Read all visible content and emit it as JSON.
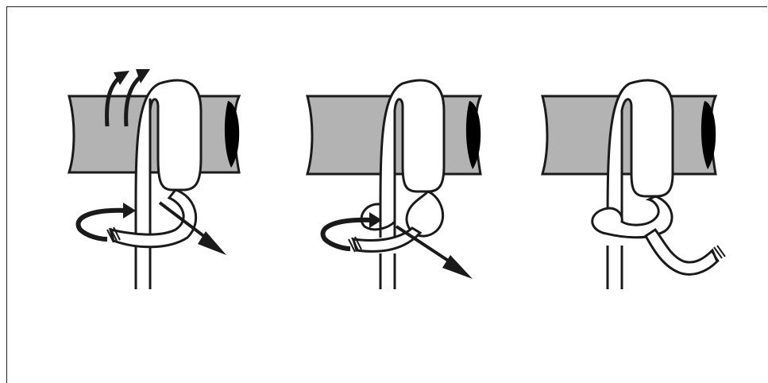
{
  "figure": {
    "steps": [
      {
        "id": "step-1",
        "icons": [
          "pole",
          "rope",
          "turn-arrows",
          "wrap-arrow",
          "pull-arrow"
        ]
      },
      {
        "id": "step-2",
        "icons": [
          "pole",
          "rope",
          "loop",
          "wrap-arrow",
          "pull-arrow"
        ]
      },
      {
        "id": "step-3",
        "icons": [
          "pole",
          "rope",
          "finished-knot"
        ]
      }
    ],
    "colors": {
      "pole_fill": "#b3b3b3",
      "pole_end": "#000000",
      "rope_fill": "#ffffff",
      "outline": "#1a1a1a",
      "arrow": "#1a1a1a"
    }
  }
}
